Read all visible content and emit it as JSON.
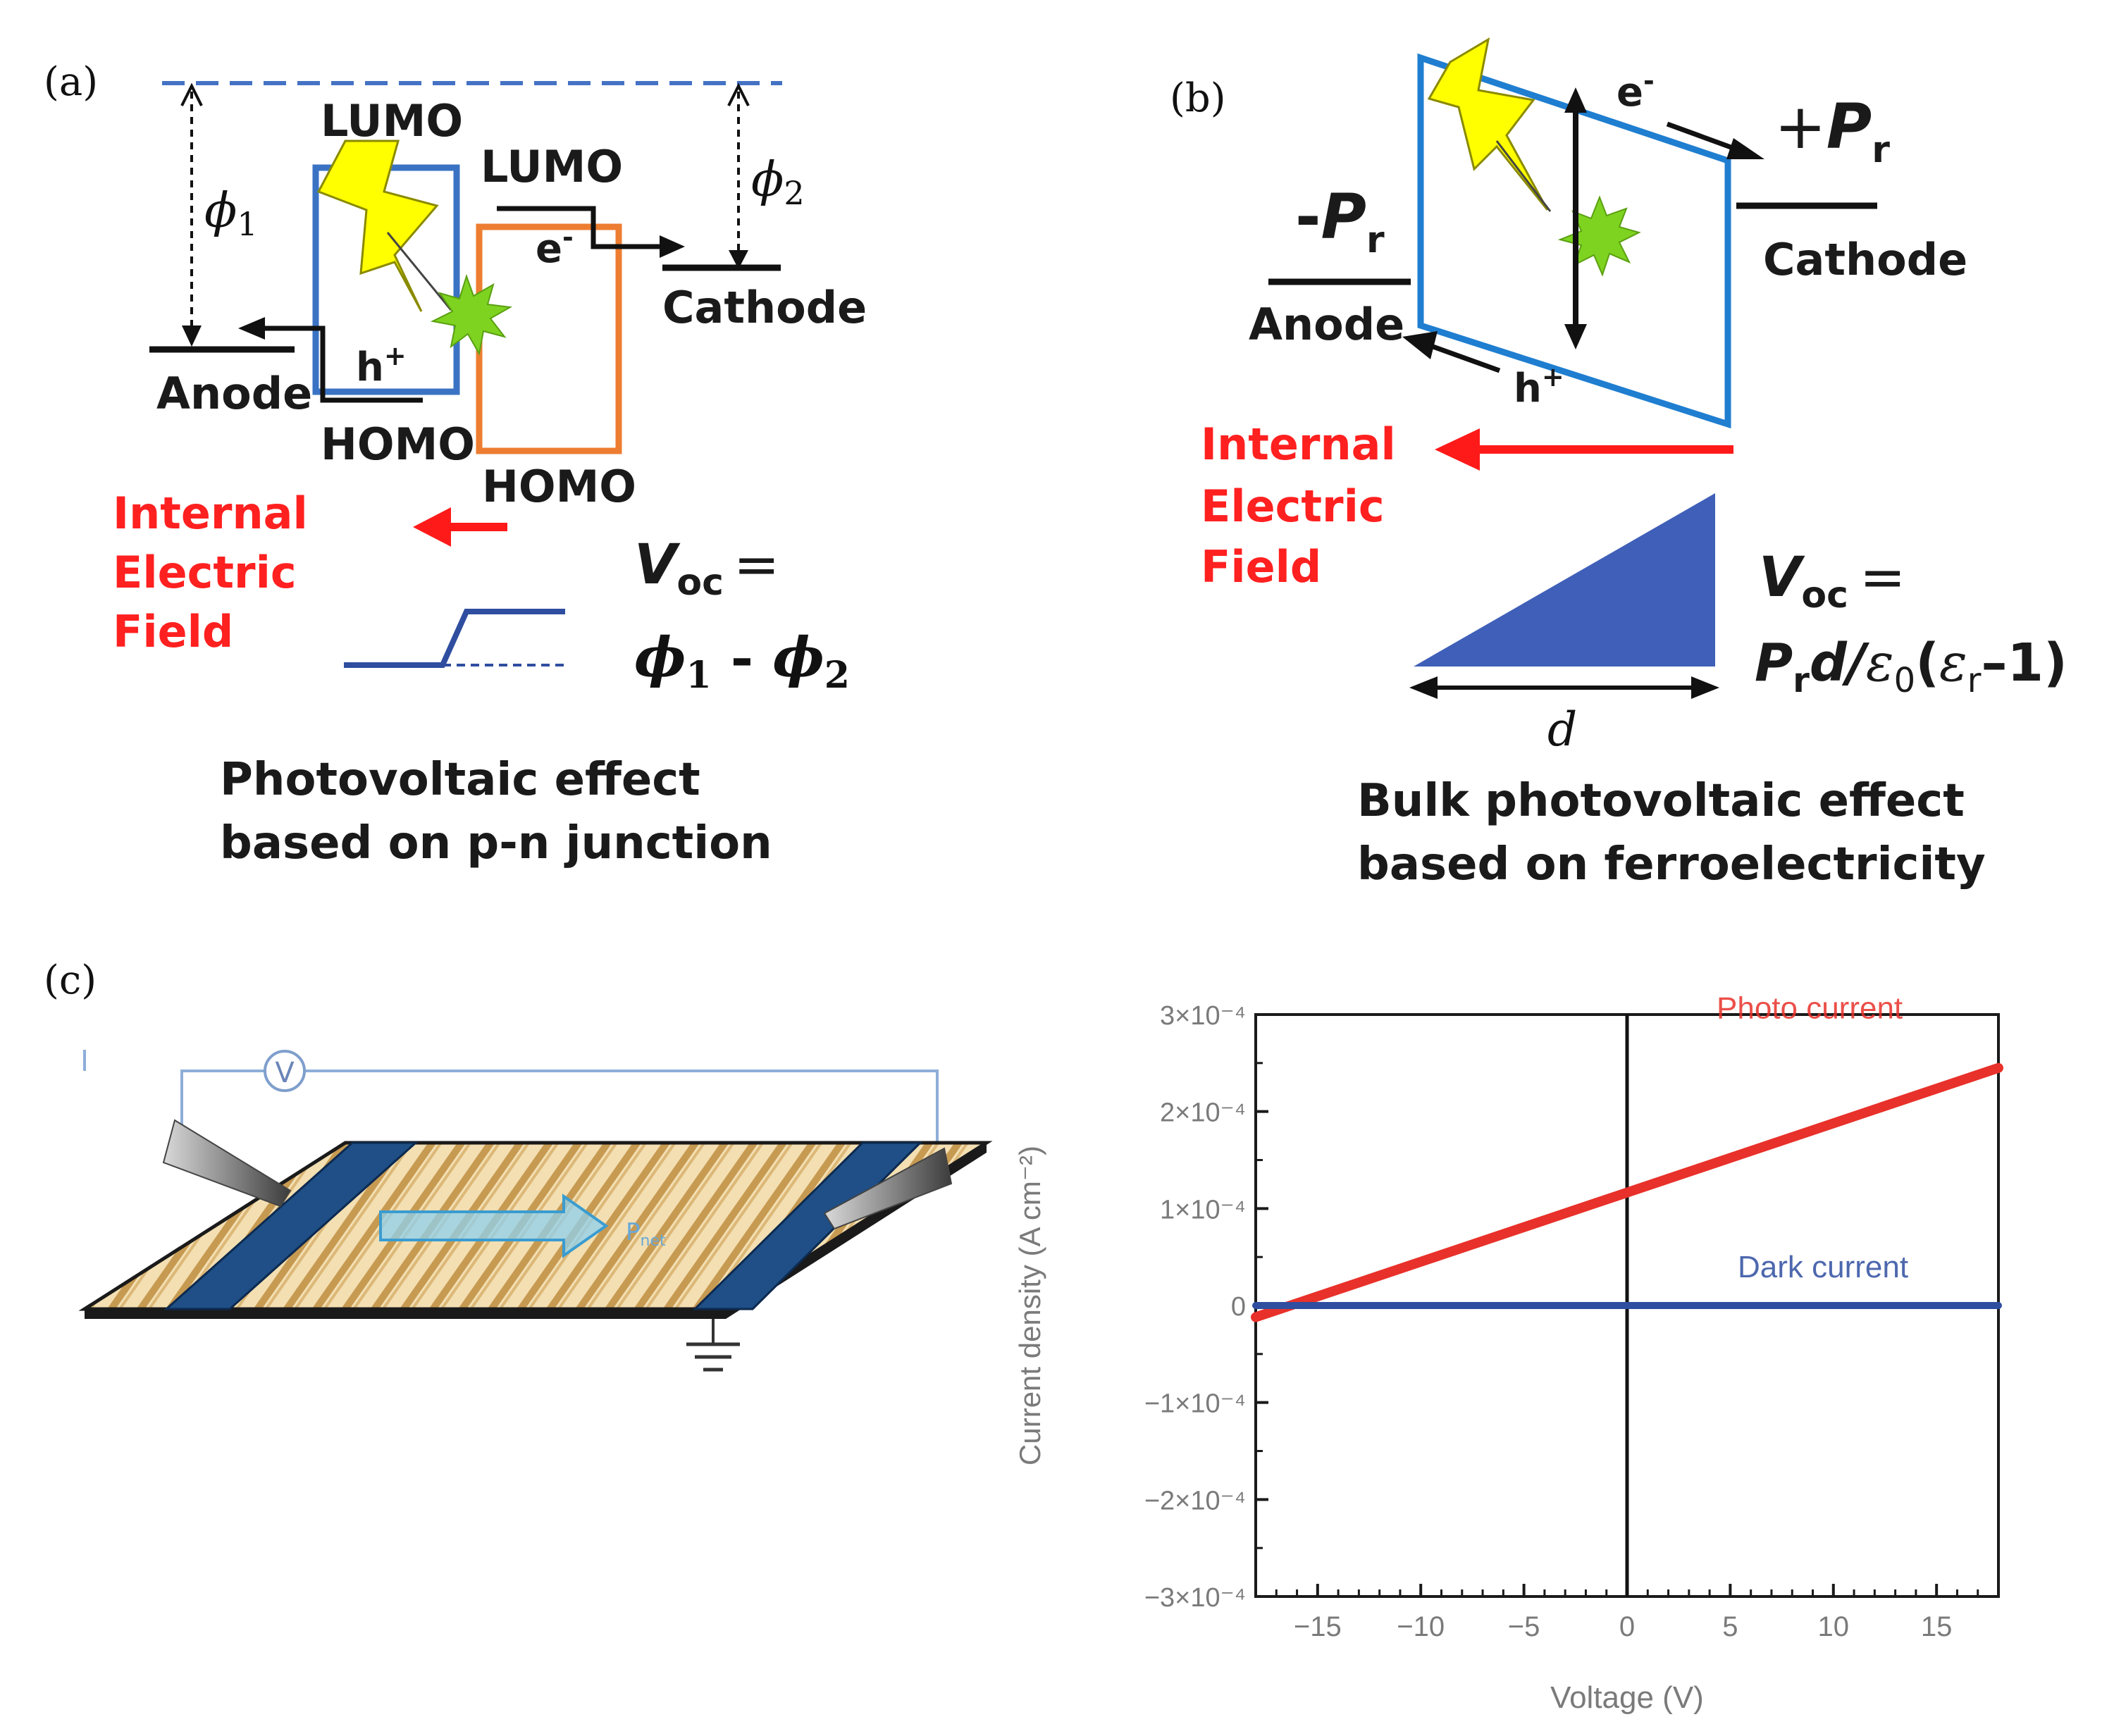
{
  "colors": {
    "blue_box": "#3b73c4",
    "orange_box": "#ed7d31",
    "red_arrow": "#ff1a1a",
    "lightning": "#ffff00",
    "burst": "#7ed321",
    "wedge": "#3f5fb8",
    "photo_line": "#e8312a",
    "dark_line": "#2f4ea0",
    "dashed_level": "#4472c4",
    "stripe_light": "#f3dfb2",
    "stripe_dark": "#c79a52",
    "electrode": "#1f4f86"
  },
  "panel_a": {
    "label": "(a)",
    "lumo_left": "LUMO",
    "lumo_right": "LUMO",
    "homo_left": "HOMO",
    "homo_right": "HOMO",
    "phi1": "ϕ",
    "phi1_sub": "1",
    "phi2": "ϕ",
    "phi2_sub": "2",
    "electron": "e",
    "electron_sup": "-",
    "hole": "h",
    "hole_sup": "+",
    "anode": "Anode",
    "cathode": "Cathode",
    "field_line1": "Internal",
    "field_line2": "Electric",
    "field_line3": "Field",
    "voc": "V",
    "voc_sub": "oc",
    "voc_eq": "=",
    "formula_phi1": "ϕ",
    "formula_sub1": "1",
    "formula_minus": " - ",
    "formula_phi2": "ϕ",
    "formula_sub2": "2",
    "caption_line1": "Photovoltaic effect",
    "caption_line2": "based on p-n junction"
  },
  "panel_b": {
    "label": "(b)",
    "electron": "e",
    "electron_sup": "-",
    "hole": "h",
    "hole_sup": "+",
    "plus_pr": "+",
    "pr": "P",
    "pr_sub": "r",
    "minus_pr": "-",
    "anode": "Anode",
    "cathode": "Cathode",
    "field_line1": "Internal",
    "field_line2": "Electric",
    "field_line3": "Field",
    "d": "d",
    "voc": "V",
    "voc_sub": "oc",
    "voc_eq": "=",
    "formula_P": "P",
    "formula_Psub": "r",
    "formula_d": "d/",
    "formula_eps0": "ε",
    "formula_eps0_sub": "0",
    "formula_open": "(",
    "formula_epsr": "ε",
    "formula_epsr_sub": "r",
    "formula_tail": "–1)",
    "caption_line1": "Bulk photovoltaic effect",
    "caption_line2": "based on ferroelectricity"
  },
  "panel_c": {
    "label": "(c)",
    "voltmeter": "V",
    "polarization_label": "P",
    "polarization_sub": "net"
  },
  "chart_data": {
    "type": "line",
    "xlabel": "Voltage (V)",
    "ylabel": "Current density (A cm⁻²)",
    "xlim": [
      -18,
      18
    ],
    "ylim": [
      -0.0003,
      0.0003
    ],
    "xticks": [
      -15,
      -10,
      -5,
      0,
      5,
      10,
      15
    ],
    "yticks": [
      {
        "value": 0.0003,
        "label": "3×10⁻⁴"
      },
      {
        "value": 0.0002,
        "label": "2×10⁻⁴"
      },
      {
        "value": 0.0001,
        "label": "1×10⁻⁴"
      },
      {
        "value": 0,
        "label": "0"
      },
      {
        "value": -0.0001,
        "label": "−1×10⁻⁴"
      },
      {
        "value": -0.0002,
        "label": "−2×10⁻⁴"
      },
      {
        "value": -0.0003,
        "label": "−3×10⁻⁴"
      }
    ],
    "series": [
      {
        "name": "Photo current",
        "color": "#e8312a",
        "x": [
          -18,
          18
        ],
        "y": [
          -1.2e-05,
          0.000245
        ]
      },
      {
        "name": "Dark current",
        "color": "#2f4ea0",
        "x": [
          -18,
          18
        ],
        "y": [
          0,
          0
        ]
      }
    ],
    "grid": false
  }
}
